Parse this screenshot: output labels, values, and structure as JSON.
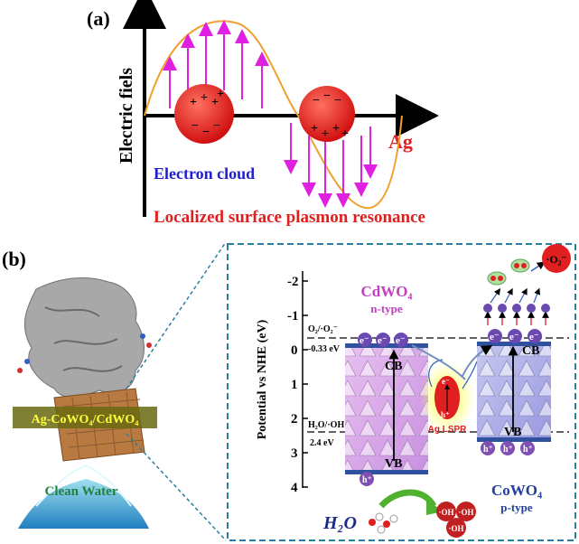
{
  "panel_a": {
    "label": "(a)",
    "y_axis_label": "Electric fiels",
    "x_axis_label": "Ag",
    "electron_cloud": "Electron cloud",
    "lspr": "Localized surface plasmon resonance",
    "charge_plus": "+",
    "charge_minus": "−",
    "colors": {
      "wave": "#f0a030",
      "arrow": "#e020e0",
      "sphere": "#e02020",
      "cloud_text": "#2020d0",
      "lspr_text": "#e02020"
    }
  },
  "panel_b": {
    "label": "(b)",
    "composite_label": "Ag-CoWO₄/CdWO₄",
    "clean_water": "Clean Water",
    "y_axis_label": "Potential vs NHE (eV)",
    "y_ticks": [
      "-2",
      "-1",
      "0",
      "1",
      "2",
      "3",
      "4"
    ],
    "cdwo4_name": "CdWO₄",
    "cdwo4_type": "n-type",
    "cowo4_name": "CoWO₄",
    "cowo4_type": "p-type",
    "o2_couple": "O₂/·O₂⁻",
    "o2_potential": "-0.33 eV",
    "oh_couple": "H₂O/·OH",
    "oh_potential": "2.4 eV",
    "cb": "CB",
    "vb": "VB",
    "ag_lspr": "Ag LSPR",
    "electron": "e⁻",
    "hole": "h⁺",
    "o2_product": "·O₂⁻",
    "h2o": "H₂O",
    "oh": "·OH",
    "colors": {
      "frame": "#2a7fa0",
      "cdwo4": "#c040c0",
      "cowo4": "#2040a0",
      "band": "#3050a0",
      "lspr": "#e02020"
    }
  }
}
